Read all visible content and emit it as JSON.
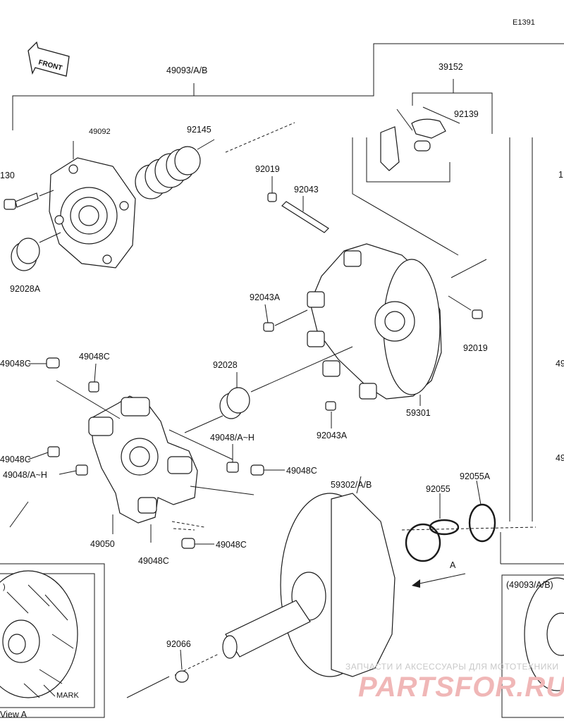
{
  "diagram": {
    "code": "E1391",
    "front_label": "FRONT",
    "labels": {
      "assy_49093": "49093/A/B",
      "p39152": "39152",
      "p92139": "92139",
      "p92145": "92145",
      "p49092": "49092",
      "p92019_top": "92019",
      "p92043": "92043",
      "p92043A_mid": "92043A",
      "p92019_right": "92019",
      "p92028A": "92028A",
      "p130": "130",
      "p49048C_a": "49048C",
      "p49048C_b": "49048C",
      "p92028": "92028",
      "p59301": "59301",
      "p92043A_low": "92043A",
      "p49048AH_a": "49048/A~H",
      "p49048C_c": "49048C",
      "p49048C_d": "49048C",
      "p49048AH_b": "49048/A~H",
      "p59302": "59302/A/B",
      "p92055": "92055",
      "p92055A": "92055A",
      "p49050": "49050",
      "p49048C_e": "49048C",
      "p49048C_f": "49048C",
      "arrow_a": "A",
      "p92066": "92066",
      "mark": "MARK",
      "view_a": "View A",
      "inset_right": "(49093/A/B)",
      "edge_49": "49",
      "edge_49b": "49",
      "edge_1": "1"
    }
  },
  "watermark": {
    "line1": "ЗАПЧАСТИ И АКСЕССУАРЫ ДЛЯ МОТОТЕХНИКИ",
    "line2": "PARTSFOR.RU"
  }
}
